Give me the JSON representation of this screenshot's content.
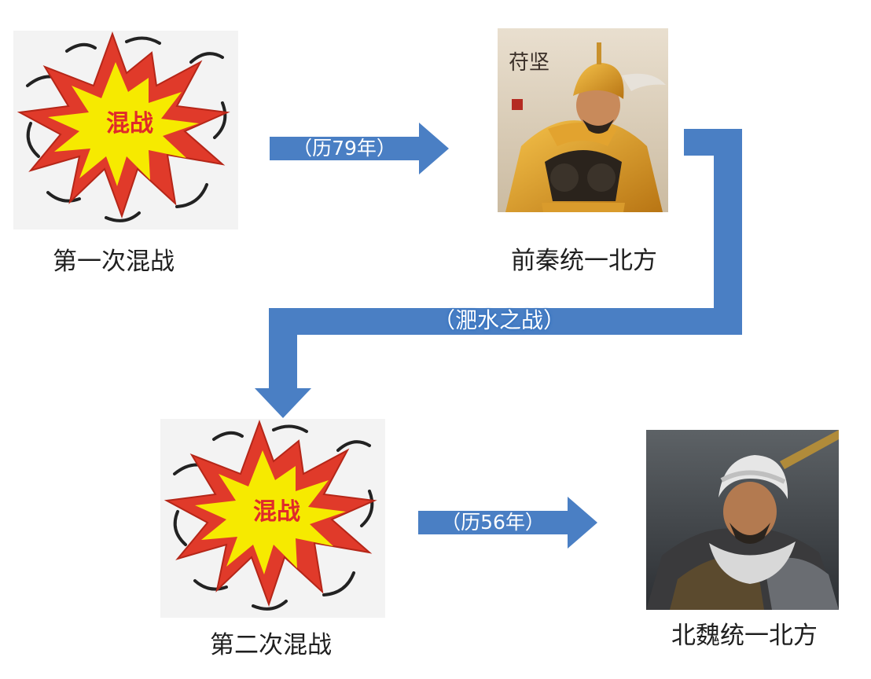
{
  "nodes": {
    "chaos_1": {
      "burst_text": "混战",
      "caption": "第一次混战"
    },
    "qin": {
      "caption": "前秦统一北方",
      "portrait_text": "苻坚"
    },
    "chaos_2": {
      "burst_text": "混战",
      "caption": "第二次混战"
    },
    "wei": {
      "caption": "北魏统一北方"
    }
  },
  "arrows": {
    "a1": {
      "label": "（历79年）"
    },
    "a2": {
      "label": "（淝水之战）"
    },
    "a3": {
      "label": "（历56年）"
    }
  },
  "colors": {
    "arrow_blue": "#4a7fc4",
    "burst_red": "#e03a2a",
    "burst_yellow": "#f6ea00",
    "burst_text": "#e02a2a",
    "caption_text": "#1f1f1f",
    "panel_bg": "#f3f3f3"
  },
  "icons": {
    "burst": "explosion-burst-icon",
    "portrait_1": "warrior-portrait-qin",
    "portrait_2": "warrior-portrait-wei"
  }
}
